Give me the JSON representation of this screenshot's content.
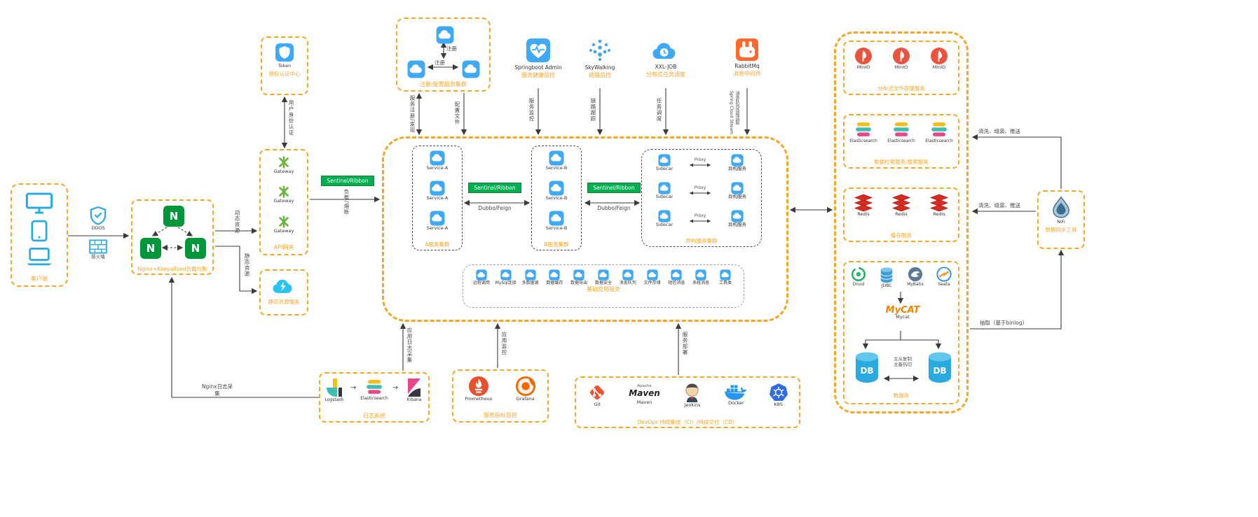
{
  "client": {
    "label": "客户端"
  },
  "edge_security": {
    "ddos_label": "DDOS",
    "firewall_label": "防火墙"
  },
  "nginx": {
    "letter": "N",
    "label": "Nginx+Keepalived负载均衡"
  },
  "auth_center": {
    "token_label": "Token",
    "label": "授权认证中心"
  },
  "api_gateway": {
    "items": [
      "Gateway",
      "Gateway",
      "Gateway"
    ],
    "label": "API网关"
  },
  "static_service": {
    "label": "静态资源服务"
  },
  "sentinel_edge": {
    "label": "Sentinel/Ribbon",
    "note": "负载/熔断"
  },
  "registry": {
    "label": "注册/配置服务集群",
    "register1": "注册",
    "register2": "注册"
  },
  "sba": {
    "name": "Springboot Admin",
    "label": "服务健康监控"
  },
  "skywalking": {
    "name": "SkyWalking",
    "label": "链路监控"
  },
  "xxl_job": {
    "name": "XXL-JOB",
    "label": "分布式任务调度"
  },
  "rabbitmq": {
    "name": "RabbitMq",
    "label": "消息中间件"
  },
  "flow_labels": {
    "user_auth": "用户身份认证",
    "discovery": "服务注册/发现",
    "config": "配置文件",
    "monitor": "服务监控",
    "trace": "链路跟踪",
    "schedule": "任务调度",
    "stream1": "Spring Cloud Stream",
    "stream2": "消息队列连接适配",
    "dynamic": "动态资源",
    "static": "静态资源",
    "app_log": "应用日志采集",
    "app_monitor": "应用监控",
    "deploy": "服务部署",
    "nginx_log": "Nginx日志采集",
    "clean_top": "清洗、组装、推送",
    "clean_mid": "清洗、组装、推送",
    "extract": "抽取（基于binlog）",
    "dubbo_a": "Dubbo/Feign",
    "dubbo_b": "Dubbo/Feign"
  },
  "cluster_a": {
    "label": "A服务集群",
    "items": [
      "Service-A",
      "Service-A",
      "Service-A"
    ]
  },
  "cluster_b": {
    "label": "B服务集群",
    "items": [
      "Service-B",
      "Service-B",
      "Service-B"
    ]
  },
  "sentinel_a": {
    "label": "Sentinel/Ribbon"
  },
  "sentinel_b": {
    "label": "Sentinel/Ribbon"
  },
  "hetero": {
    "label": "异构服务集群",
    "sidecar": "Sidecar",
    "proxy": "Proxy",
    "service": "异构服务"
  },
  "base_services": {
    "label": "基础应用服务",
    "items": [
      "远程调用",
      "MySql连接",
      "多数据源",
      "数据缓存",
      "数据导出",
      "数据安全",
      "消息队列",
      "文件存储",
      "短信消息",
      "系统消息",
      "工具类"
    ]
  },
  "minio": {
    "label": "分布式文件存储服务",
    "items": [
      "MinIO",
      "MinIO",
      "MinIO"
    ]
  },
  "search": {
    "label": "数据检索服务/搜索服务",
    "items": [
      "Elasticsearch",
      "Elasticsearch",
      "Elasticsearch"
    ]
  },
  "cache": {
    "label": "缓存服务",
    "items": [
      "Redis",
      "Redis",
      "Redis"
    ]
  },
  "database": {
    "label": "数据库",
    "middleware": [
      "Druid",
      "JDBC",
      "MyBatis",
      "Seata"
    ],
    "mycat_logo": "MyCAT",
    "mycat_label": "Mycat",
    "db1": "DB",
    "db2": "DB",
    "replication1": "主从复制",
    "replication2": "主备热切"
  },
  "nifi": {
    "name": "NiFi",
    "label": "数据同步工具"
  },
  "elk": {
    "label": "日志系统",
    "items": [
      "Logstash",
      "Elasticsearch",
      "Kibana"
    ]
  },
  "metrics": {
    "label": "服务指标监控",
    "items": [
      "Prometheus",
      "Grafana"
    ]
  },
  "devops": {
    "label": "DevOps 持续集成（CI）/持续交付（CD）",
    "maven_top": "Apache",
    "maven_text": "Maven",
    "items": [
      "Git",
      "Maven",
      "Jenkins",
      "Docker",
      "K8S"
    ]
  }
}
